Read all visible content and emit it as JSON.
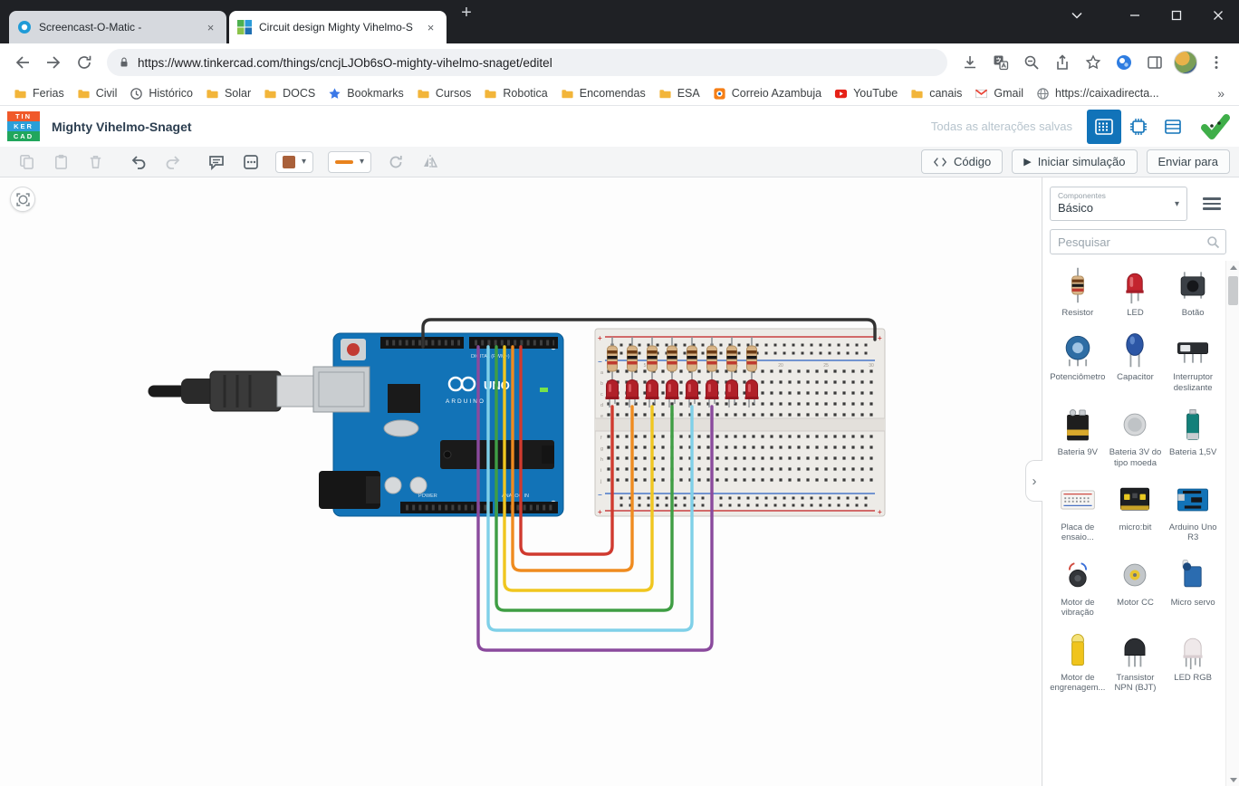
{
  "browser": {
    "tabs": [
      {
        "title": "Screencast-O-Matic -",
        "favicon": "screencast",
        "active": false
      },
      {
        "title": "Circuit design Mighty Vihelmo-S",
        "favicon": "tinkercad",
        "active": true
      }
    ],
    "url": "https://www.tinkercad.com/things/cncjLJOb6sO-mighty-vihelmo-snaget/editel",
    "bookmarks": [
      {
        "label": "Ferias",
        "icon": "folder"
      },
      {
        "label": "Civil",
        "icon": "folder"
      },
      {
        "label": "Histórico",
        "icon": "history"
      },
      {
        "label": "Solar",
        "icon": "folder"
      },
      {
        "label": "DOCS",
        "icon": "folder"
      },
      {
        "label": "Bookmarks",
        "icon": "star"
      },
      {
        "label": "Cursos",
        "icon": "folder"
      },
      {
        "label": "Robotica",
        "icon": "folder"
      },
      {
        "label": "Encomendas",
        "icon": "folder"
      },
      {
        "label": "ESA",
        "icon": "folder"
      },
      {
        "label": "Correio Azambuja",
        "icon": "mailapp"
      },
      {
        "label": "YouTube",
        "icon": "youtube"
      },
      {
        "label": "canais",
        "icon": "folder"
      },
      {
        "label": "Gmail",
        "icon": "gmail"
      },
      {
        "label": "https://caixadirecta...",
        "icon": "site"
      }
    ]
  },
  "app": {
    "logo_rows": [
      "TIN",
      "KER",
      "CAD"
    ],
    "header": {
      "title": "Mighty Vihelmo-Snaget",
      "status": "Todas as alterações salvas"
    },
    "toolbar": {
      "code": "Código",
      "simulate": "Iniciar simulação",
      "send": "Enviar para"
    },
    "board_text": {
      "brand": "ARDUINO",
      "model": "UNO",
      "digital": "DIGITAL (PWM~)",
      "power": "POWER",
      "analog": "ANALOG IN"
    },
    "breadboard": {
      "plus": "+",
      "minus": "−",
      "row_letters": [
        "a",
        "b",
        "c",
        "d",
        "e",
        "f",
        "g",
        "h",
        "i",
        "j"
      ],
      "column_numbers": [
        1,
        5,
        10,
        15,
        20,
        25,
        30
      ]
    },
    "panel": {
      "category_label": "Componentes",
      "category_value": "Básico",
      "search_placeholder": "Pesquisar",
      "components": [
        {
          "name": "Resistor",
          "icon": "resistor"
        },
        {
          "name": "LED",
          "icon": "led"
        },
        {
          "name": "Botão",
          "icon": "botao"
        },
        {
          "name": "Potenciômetro",
          "icon": "potenciometro"
        },
        {
          "name": "Capacitor",
          "icon": "capacitor"
        },
        {
          "name": "Interruptor deslizante",
          "icon": "interruptor"
        },
        {
          "name": "Bateria 9V",
          "icon": "bateria9v"
        },
        {
          "name": "Bateria 3V do tipo moeda",
          "icon": "bateria3v"
        },
        {
          "name": "Bateria 1,5V",
          "icon": "bateria15"
        },
        {
          "name": "Placa de ensaio...",
          "icon": "placa"
        },
        {
          "name": "micro:bit",
          "icon": "microbit"
        },
        {
          "name": "Arduino Uno R3",
          "icon": "arduinouno"
        },
        {
          "name": "Motor de vibração",
          "icon": "motorvib"
        },
        {
          "name": "Motor CC",
          "icon": "motorcc"
        },
        {
          "name": "Micro servo",
          "icon": "microservo"
        },
        {
          "name": "Motor de engrenagem...",
          "icon": "motoreng"
        },
        {
          "name": "Transistor NPN (BJT)",
          "icon": "transistor"
        },
        {
          "name": "LED RGB",
          "icon": "ledrgb"
        }
      ]
    }
  }
}
